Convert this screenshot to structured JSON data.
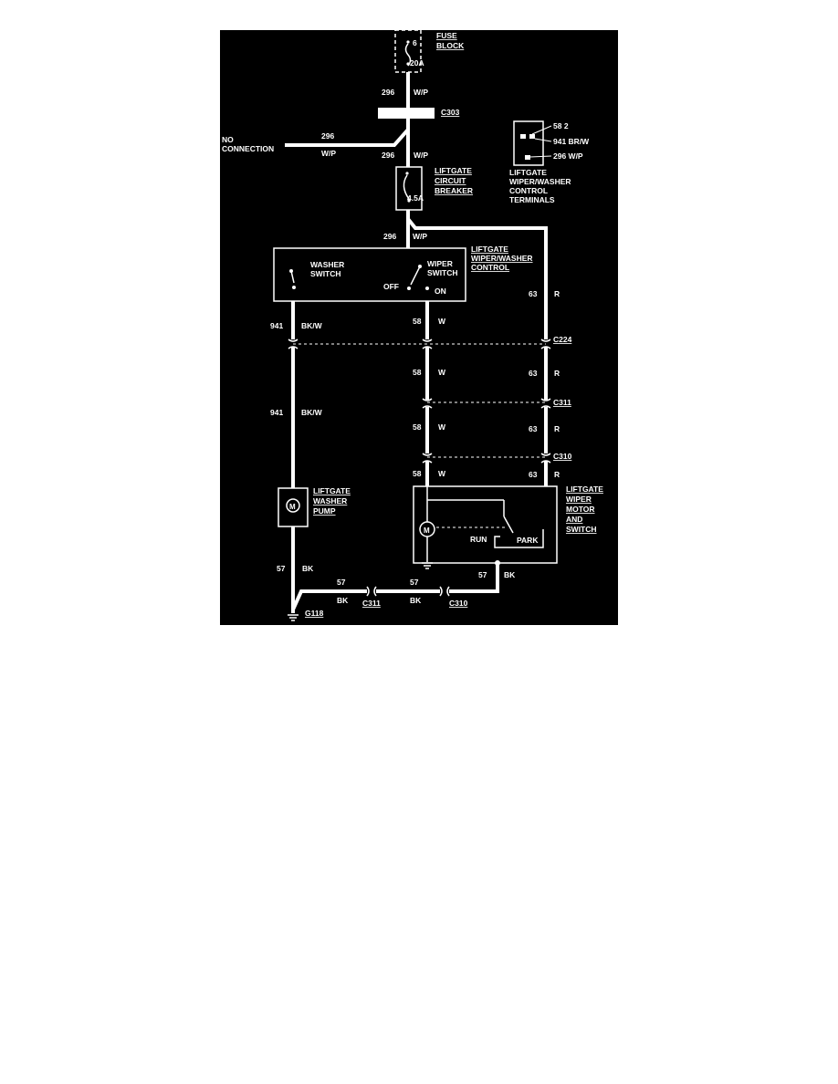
{
  "fuse_block": {
    "label_line1": "FUSE",
    "label_line2": "BLOCK",
    "fuse_number": "6",
    "fuse_rating": "20A"
  },
  "connectors": {
    "c303": "C303",
    "c224": "C224",
    "c311_a": "C311",
    "c310_a": "C310",
    "c311_b": "C311",
    "c310_b": "C310"
  },
  "ground": {
    "label": "G118"
  },
  "no_connection": {
    "line1": "NO",
    "line2": "CONNECTION",
    "circuit": "296",
    "color": "W/P"
  },
  "circuit_breaker": {
    "line1": "LIFTGATE",
    "line2": "CIRCUIT",
    "line3": "BREAKER",
    "rating": "4.5A"
  },
  "control": {
    "line1": "LIFTGATE",
    "line2": "WIPER/WASHER",
    "line3": "CONTROL",
    "washer_line1": "WASHER",
    "washer_line2": "SWITCH",
    "wiper_line1": "WIPER",
    "wiper_line2": "SWITCH",
    "off": "OFF",
    "on": "ON"
  },
  "terminals": {
    "t1": "58 2",
    "t2": "941 BR/W",
    "t3": "296 W/P",
    "line1": "LIFTGATE",
    "line2": "WIPER/WASHER",
    "line3": "CONTROL",
    "line4": "TERMINALS"
  },
  "washer_pump": {
    "line1": "LIFTGATE",
    "line2": "WASHER",
    "line3": "PUMP",
    "motor": "M"
  },
  "wiper_motor": {
    "line1": "LIFTGATE",
    "line2": "WIPER",
    "line3": "MOTOR",
    "line4": "AND",
    "line5": "SWITCH",
    "motor": "M",
    "run": "RUN",
    "park": "PARK"
  },
  "wires": {
    "w296_a_num": "296",
    "w296_a_col": "W/P",
    "w296_b_num": "296",
    "w296_b_col": "W/P",
    "w296_c_num": "296",
    "w296_c_col": "W/P",
    "w941_a_num": "941",
    "w941_a_col": "BK/W",
    "w941_b_num": "941",
    "w941_b_col": "BK/W",
    "w58_a_num": "58",
    "w58_a_col": "W",
    "w58_b_num": "58",
    "w58_b_col": "W",
    "w58_c_num": "58",
    "w58_c_col": "W",
    "w58_d_num": "58",
    "w58_d_col": "W",
    "w63_a_num": "63",
    "w63_a_col": "R",
    "w63_b_num": "63",
    "w63_b_col": "R",
    "w63_c_num": "63",
    "w63_c_col": "R",
    "w63_d_num": "63",
    "w63_d_col": "R",
    "w57_a_num": "57",
    "w57_a_col": "BK",
    "w57_b_num": "57",
    "w57_b_col": "BK",
    "w57_c_num": "57",
    "w57_c_col": "BK",
    "w57_d_num": "57",
    "w57_d_col": "BK"
  }
}
